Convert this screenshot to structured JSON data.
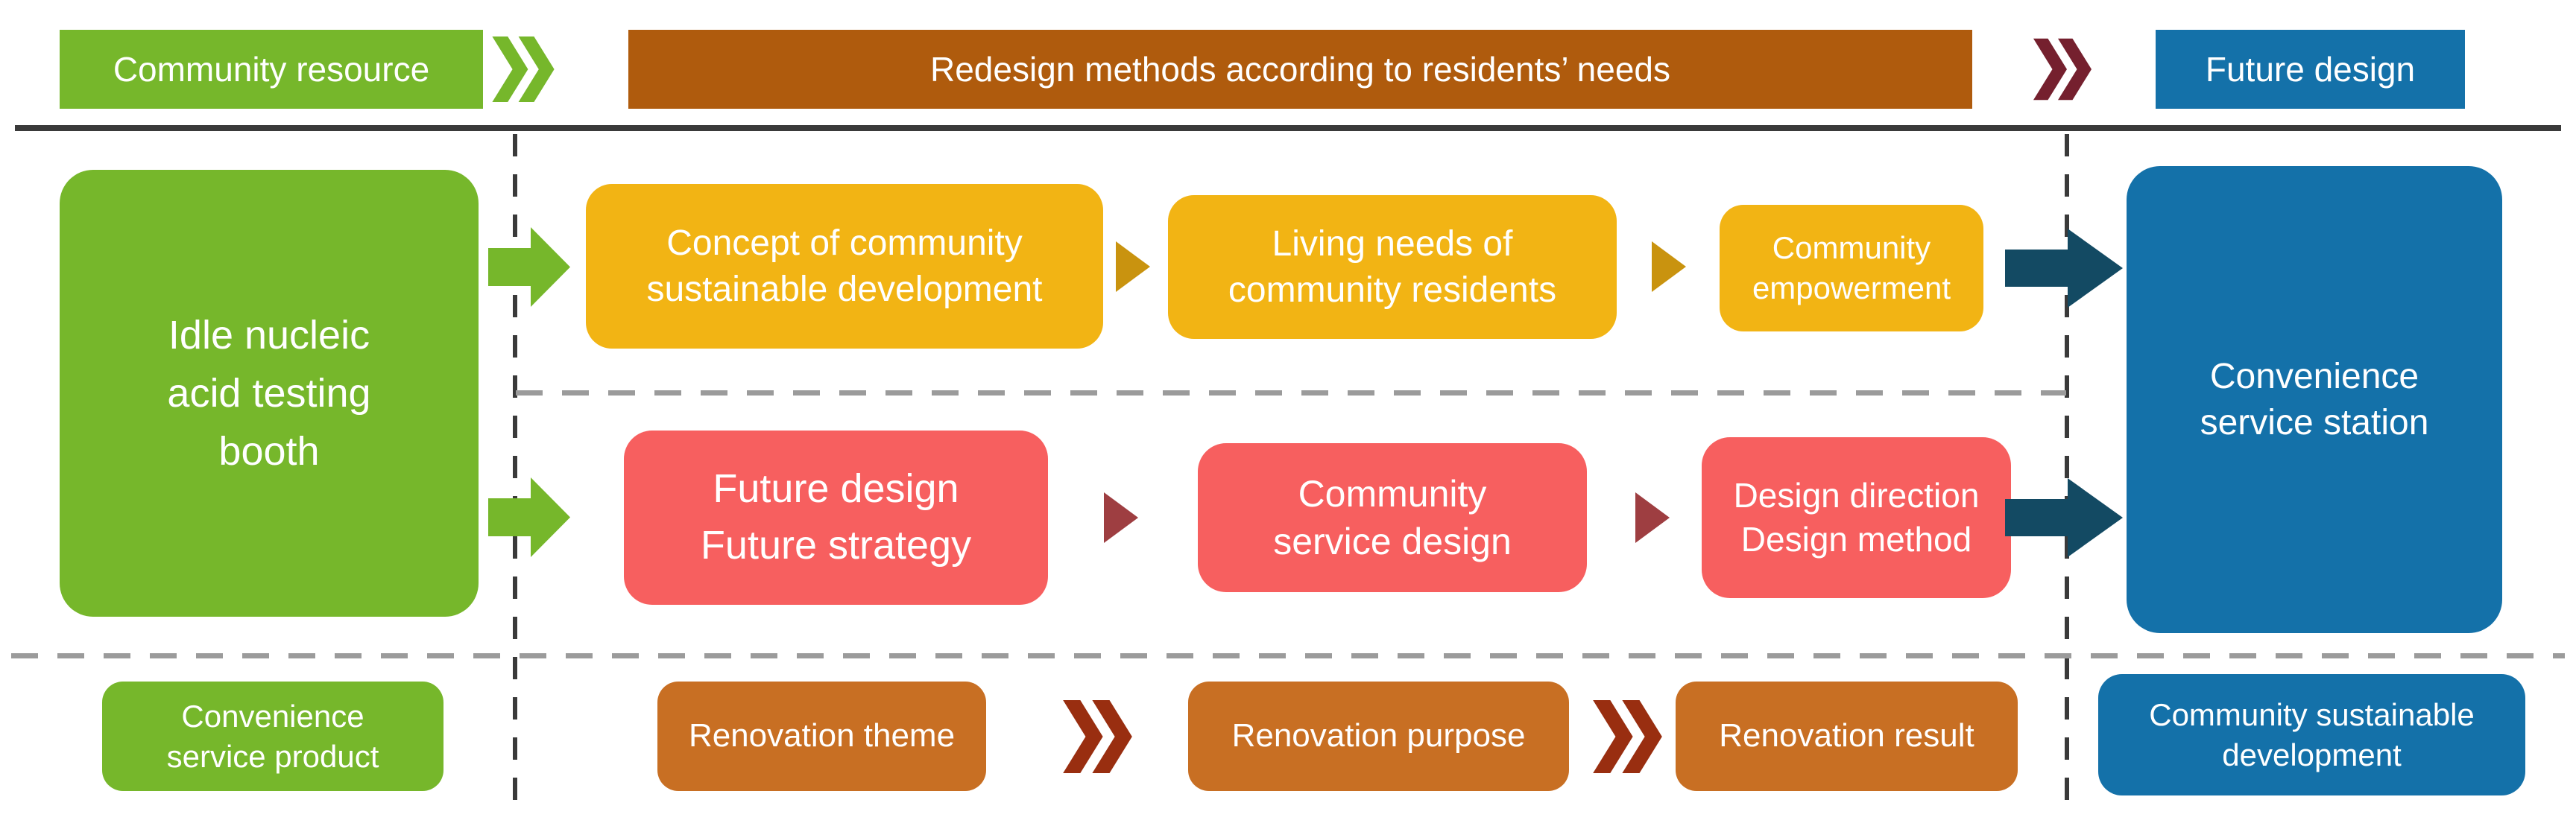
{
  "top_row": {
    "source": "Community resource",
    "banner": "Redesign methods according to residents’ needs",
    "target": "Future design"
  },
  "left_column": {
    "booth": "Idle nucleic\nacid testing\nbooth",
    "product": "Convenience\nservice product"
  },
  "yellow_row": {
    "step1": "Concept of community\nsustainable development",
    "step2": "Living needs of\ncommunity residents",
    "step3": "Community\nempowerment"
  },
  "red_row": {
    "step1": "Future design\nFuture strategy",
    "step2": "Community\nservice design",
    "step3": "Design direction\nDesign method"
  },
  "bottom_row": {
    "step1": "Renovation theme",
    "step2": "Renovation purpose",
    "step3": "Renovation result"
  },
  "right_column": {
    "station": "Convenience\nservice station",
    "development": "Community sustainable\ndevelopment"
  },
  "colors": {
    "green": "#76B72B",
    "yellow": "#F2B414",
    "coral": "#F75F5F",
    "banner_orange": "#AF5B0D",
    "orange": "#C86F23",
    "blue": "#1471A9",
    "navy_arrow": "#134A63",
    "dark_yellow_arrow": "#C9930F",
    "dark_red_arrow": "#9E3E41",
    "maroon_chevron": "#75202E",
    "rust_chevron": "#992E10",
    "solid_line": "#3A3A3A",
    "gray_dash": "#9B9B9B"
  }
}
